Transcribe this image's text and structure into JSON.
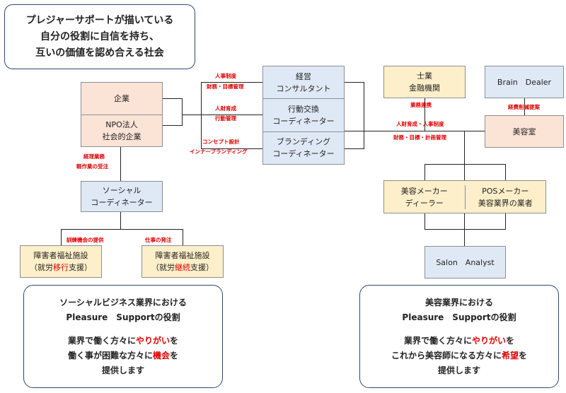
{
  "vision": {
    "line1": "プレジャーサポートが描いている",
    "line2": "自分の役割に自信を持ち、",
    "line3": "互いの価値を認め合える社会"
  },
  "nodes": {
    "kigyo": "企業",
    "npo": {
      "line1": "NPO法人",
      "line2": "社会的企業"
    },
    "social_coord": {
      "line1": "ソーシャル",
      "line2": "コーディネーター"
    },
    "facility_a": {
      "line1": "障害者福祉施設",
      "pre": "（就労",
      "hl": "移行",
      "post": "支援）"
    },
    "facility_b": {
      "line1": "障害者福祉施設",
      "pre": "（就労",
      "hl": "継続",
      "post": "支援）"
    },
    "keiei": {
      "line1": "経営",
      "line2": "コンサルタント"
    },
    "kodo": {
      "line1": "行動交換",
      "line2": "コーディネーター"
    },
    "branding": {
      "line1": "ブランディング",
      "line2": "コーディネーター"
    },
    "shigyo": {
      "line1": "士業",
      "line2": "金融機関"
    },
    "brain_dealer": "Brain　Dealer",
    "biyoshitsu": "美容室",
    "biyo_maker": {
      "line1": "美容メーカー",
      "line2": "ディーラー"
    },
    "pos_maker": {
      "line1": "POSメーカー",
      "line2": "美容業界の業者"
    },
    "salon_analyst": "Salon　Analyst"
  },
  "labels": {
    "jinji": "人事制度",
    "zaimu": "財務・目標管理",
    "jinzai": "人財育成",
    "kodo_kanri": "行動管理",
    "concept": "コンセプト設計",
    "inner": "インナーブランディング",
    "keiri": "経理業務",
    "keisagyo": "軽作業の受注",
    "kunren": "訓練機会の提供",
    "shigoto": "仕事の発注",
    "gyomu_renkei": "業務連携",
    "keihi": "経費削減提案",
    "jinzai_jinji": "人財育成・人事制度",
    "zaimu_keikaku": "財務・目標・計画管理"
  },
  "bottom_left": {
    "title1": "ソーシャルビジネス業界における",
    "title2": "Pleasure　Supportの役割",
    "l1_pre": "業界で働く方々に",
    "l1_hl": "やりがい",
    "l1_post": "を",
    "l2_pre": "働く事が困難な方々に",
    "l2_hl": "機会",
    "l2_post": "を",
    "l3": "提供します"
  },
  "bottom_right": {
    "title1": "美容業界における",
    "title2": "Pleasure　Supportの役割",
    "l1_pre": "業界で働く方々に",
    "l1_hl": "やりがい",
    "l1_post": "を",
    "l2_pre": "これから美容師になる方々に",
    "l2_hl": "希望",
    "l2_post": "を",
    "l3": "提供します"
  },
  "colors": {
    "peach": "#fbe3d6",
    "blue": "#dfe9f6",
    "cream": "#fdefc9",
    "accent": "#e00000",
    "frame": "#2c4a70"
  }
}
